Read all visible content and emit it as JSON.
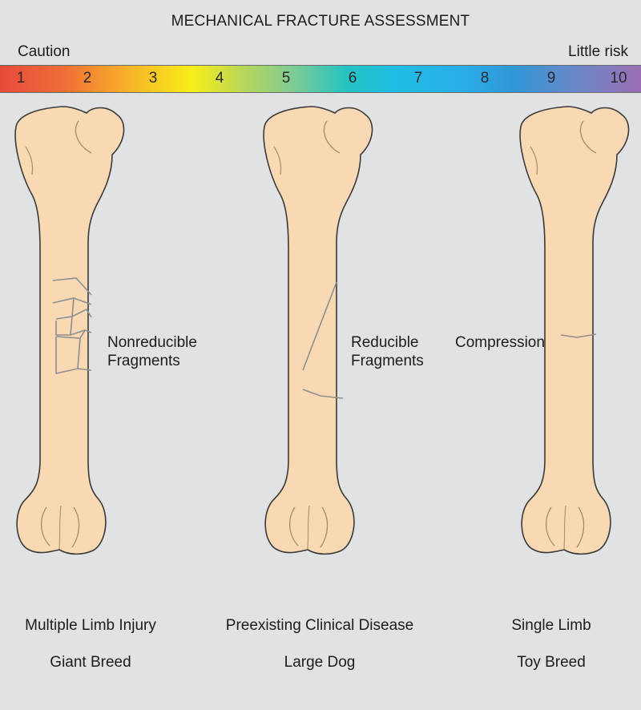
{
  "title": "MECHANICAL FRACTURE ASSESSMENT",
  "scale": {
    "left_label": "Caution",
    "right_label": "Little risk",
    "ticks": [
      "1",
      "2",
      "3",
      "4",
      "5",
      "6",
      "7",
      "8",
      "9",
      "10"
    ]
  },
  "bones": [
    {
      "fracture_label_line1": "Nonreducible",
      "fracture_label_line2": "Fragments",
      "condition1": "Multiple Limb Injury",
      "condition2": "Giant Breed"
    },
    {
      "fracture_label_line1": "Reducible",
      "fracture_label_line2": "Fragments",
      "condition1": "Preexisting Clinical Disease",
      "condition2": "Large Dog"
    },
    {
      "fracture_label_line1": "Compression",
      "condition1": "Single Limb",
      "condition2": "Toy Breed"
    }
  ],
  "colors": {
    "background": "#e1e2e4",
    "bone_fill": "#f8d9b3",
    "bone_outline": "#3a3a3a"
  }
}
